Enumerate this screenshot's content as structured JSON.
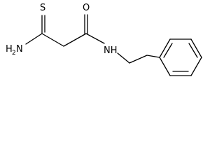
{
  "atoms": {
    "sulfur": "S",
    "oxygen": "O",
    "amine_n": "N",
    "amine_h2": "2",
    "amine_h_prefix": "H",
    "amide_nh": "NH"
  }
}
